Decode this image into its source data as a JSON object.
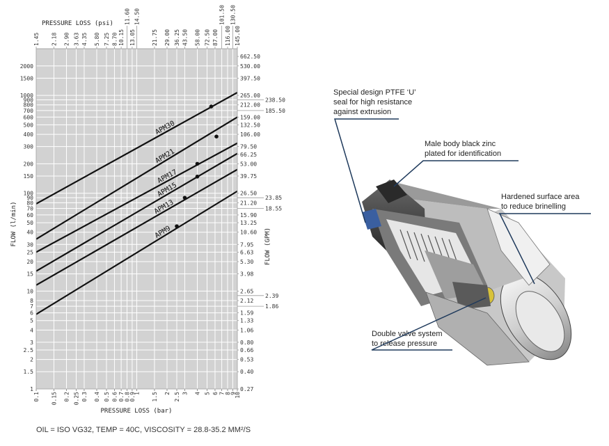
{
  "chart_data": {
    "type": "line",
    "x_scale": "log",
    "y_scale": "log",
    "xlim": [
      0.1,
      10
    ],
    "ylim": [
      1,
      3000
    ],
    "grid": true,
    "xlabel": "PRESSURE LOSS (bar)",
    "x2label": "PRESSURE LOSS (psi)",
    "ylabel": "FLOW (l/min)",
    "y2label": "FLOW (GPM)",
    "x_ticks": [
      "0.1",
      "0.15",
      "0.2",
      "0.25",
      "0.3",
      "0.4",
      "0.5",
      "0.6",
      "0.7",
      "0.8",
      "0.9",
      "1",
      "1.5",
      "2",
      "2.5",
      "3",
      "4",
      "5",
      "6",
      "7",
      "8",
      "9",
      "10"
    ],
    "x2_ticks": [
      [
        "1.45",
        0.1
      ],
      [
        "2.18",
        0.15
      ],
      [
        "2.90",
        0.2
      ],
      [
        "3.63",
        0.25
      ],
      [
        "4.35",
        0.3
      ],
      [
        "5.80",
        0.4
      ],
      [
        "7.25",
        0.5
      ],
      [
        "8.70",
        0.6
      ],
      [
        "10.15",
        0.7
      ],
      [
        "11.60",
        0.8
      ],
      [
        "13.05",
        0.9
      ],
      [
        "14.50",
        1
      ],
      [
        "21.75",
        1.5
      ],
      [
        "29.00",
        2
      ],
      [
        "36.25",
        2.5
      ],
      [
        "43.50",
        3
      ],
      [
        "58.00",
        4
      ],
      [
        "72.50",
        5
      ],
      [
        "87.00",
        6
      ],
      [
        "101.50",
        7
      ],
      [
        "116.00",
        8
      ],
      [
        "130.50",
        9
      ],
      [
        "145.00",
        10
      ]
    ],
    "y_ticks": [
      "1",
      "1.5",
      "2",
      "2.5",
      "3",
      "4",
      "5",
      "6",
      "7",
      "8",
      "10",
      "15",
      "20",
      "25",
      "30",
      "40",
      "50",
      "60",
      "70",
      "80",
      "90",
      "100",
      "150",
      "200",
      "300",
      "400",
      "500",
      "600",
      "700",
      "800",
      "900",
      "1000",
      "1500",
      "2000"
    ],
    "y2_ticks": [
      [
        "0.27",
        1
      ],
      [
        "0.40",
        1.5
      ],
      [
        "0.53",
        2
      ],
      [
        "0.66",
        2.5
      ],
      [
        "0.80",
        3
      ],
      [
        "1.06",
        4
      ],
      [
        "1.33",
        5
      ],
      [
        "1.59",
        6
      ],
      [
        "1.86",
        7
      ],
      [
        "2.12",
        8
      ],
      [
        "2.39",
        9
      ],
      [
        "2.65",
        10
      ],
      [
        "3.98",
        15
      ],
      [
        "5.30",
        20
      ],
      [
        "6.63",
        25
      ],
      [
        "7.95",
        30
      ],
      [
        "10.60",
        40
      ],
      [
        "13.25",
        50
      ],
      [
        "15.90",
        60
      ],
      [
        "18.55",
        70
      ],
      [
        "21.20",
        80
      ],
      [
        "23.85",
        90
      ],
      [
        "26.50",
        100
      ],
      [
        "39.75",
        150
      ],
      [
        "53.00",
        200
      ],
      [
        "66.25",
        250
      ],
      [
        "79.50",
        300
      ],
      [
        "106.00",
        400
      ],
      [
        "132.50",
        500
      ],
      [
        "159.00",
        600
      ],
      [
        "185.50",
        700
      ],
      [
        "212.00",
        800
      ],
      [
        "238.50",
        900
      ],
      [
        "265.00",
        1000
      ],
      [
        "397.50",
        1500
      ],
      [
        "530.00",
        2000
      ],
      [
        "662.50",
        2500
      ]
    ],
    "series": [
      {
        "name": "APM30",
        "x": [
          0.1,
          10
        ],
        "y": [
          78,
          1070
        ],
        "marker": [
          5.5,
          770
        ]
      },
      {
        "name": "APM21",
        "x": [
          0.1,
          10
        ],
        "y": [
          34,
          600
        ],
        "marker": [
          6.2,
          380
        ]
      },
      {
        "name": "APM17",
        "x": [
          0.1,
          10
        ],
        "y": [
          25,
          325
        ],
        "marker": [
          4,
          200
        ]
      },
      {
        "name": "APM15",
        "x": [
          0.1,
          10
        ],
        "y": [
          16,
          255
        ],
        "marker": [
          4,
          148
        ]
      },
      {
        "name": "APM13",
        "x": [
          0.1,
          10
        ],
        "y": [
          11.5,
          175
        ],
        "marker": [
          3,
          90
        ]
      },
      {
        "name": "APM9",
        "x": [
          0.1,
          10
        ],
        "y": [
          5.8,
          105
        ],
        "marker": [
          2.5,
          46
        ]
      }
    ],
    "series_label_x": [
      2.0,
      2.0,
      2.1,
      2.1,
      1.95,
      1.9
    ]
  },
  "callouts": [
    {
      "lines": [
        "Special design PTFE ‘U’",
        "seal for high resistance",
        "against extrusion"
      ]
    },
    {
      "lines": [
        "Male body black zinc",
        "plated for identification"
      ]
    },
    {
      "lines": [
        "Hardened surface area",
        "to reduce brinelling"
      ]
    },
    {
      "lines": [
        "Double valve system",
        "to release pressure"
      ]
    }
  ],
  "footer": "OIL = ISO VG32, TEMP = 40C, VISCOSITY = 28.8-35.2 MM²/S",
  "colors": {
    "grid_bg": "#d2d2d2",
    "gridline": "#ffffff",
    "series": "#111111",
    "callout_line": "#1f3a5c"
  },
  "illustration": {
    "icon": "quick-coupling-cutaway-icon"
  }
}
